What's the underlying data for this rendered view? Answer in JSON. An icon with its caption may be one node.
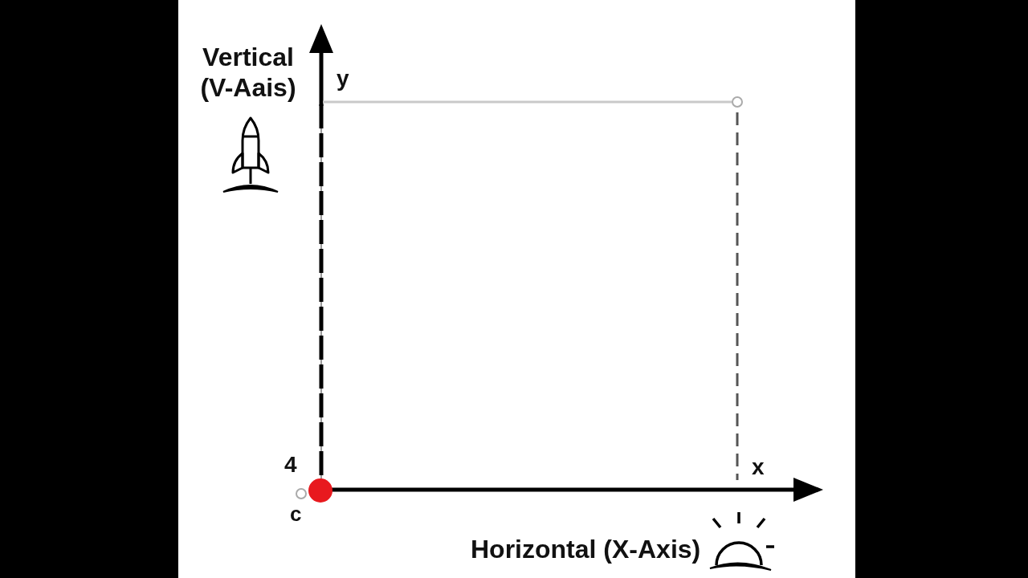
{
  "diagram": {
    "labels": [
      "Vertical (V-Aais)",
      "y",
      "4",
      "x",
      "c",
      "Horizontal (X-Axis)"
    ]
  }
}
